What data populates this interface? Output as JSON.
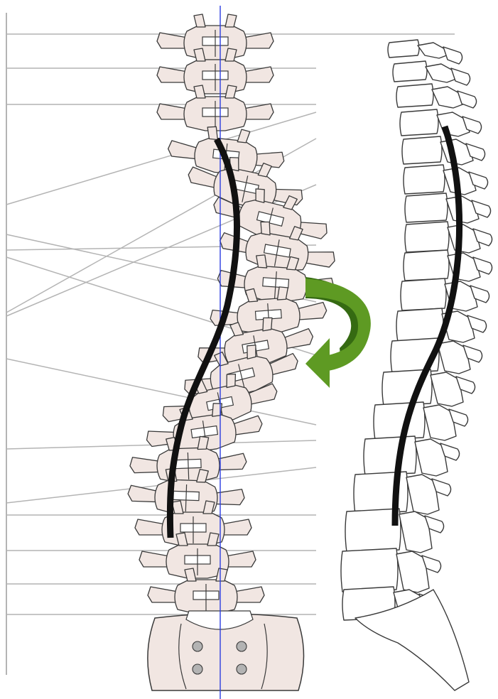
{
  "colors": {
    "background": "#ffffff",
    "bone_fill": "#f1e6e2",
    "bone_stroke": "#3a3a3a",
    "reference_lines": "#b4b4b4",
    "midline": "#2b3de0",
    "curve": "#111111",
    "rotation_arrow_light": "#5e9a23",
    "rotation_arrow_dark": "#356a12",
    "sacral_foramina": "#b3b3b3"
  },
  "icons": {
    "rotation_arrow": "curved-rotation-arrow-icon"
  },
  "figure": {
    "posterior_view": "posterior-spine-with-scoliosis",
    "lateral_view": "lateral-spine-outline",
    "curve": "s-shaped-scoliosis-curve",
    "reference": "vertical-midline"
  }
}
